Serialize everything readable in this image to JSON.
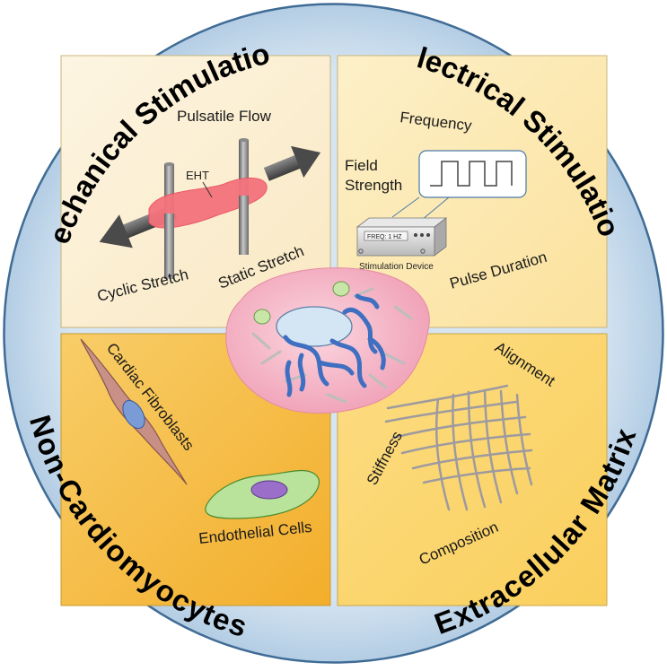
{
  "colors": {
    "outer_ring": "#c4d8eb",
    "outer_stroke": "#3f6b95",
    "q_mech": "#fbeed0",
    "q_elec": "#fde9b4",
    "q_noncardio": "#f6bf45",
    "q_ecm": "#fbd66f",
    "cell": "#f3a9bd",
    "nucleus": "#c9dff1",
    "fibers": "#3c6fc1"
  },
  "titles": {
    "mechanical": "Mechanical Stimulation",
    "electrical": "Electrical Stimulation",
    "noncardio": "Non-Cardiomyocytes",
    "ecm": "Extracellular Matrix"
  },
  "mechanical": {
    "pulsatile_flow": "Pulsatile Flow",
    "eht": "EHT",
    "cyclic_stretch": "Cyclic Stretch",
    "static_stretch": "Static Stretch"
  },
  "electrical": {
    "frequency": "Frequency",
    "field": "Field",
    "strength": "Strength",
    "display": "FREQ: 1 HZ",
    "device": "Stimulation Device",
    "pulse_duration": "Pulse Duration"
  },
  "noncardio": {
    "fibroblasts": "Cardiac Fibroblasts",
    "endothelial": "Endothelial Cells"
  },
  "ecm": {
    "alignment": "Alignment",
    "stiffness": "Stiffness",
    "composition": "Composition"
  }
}
